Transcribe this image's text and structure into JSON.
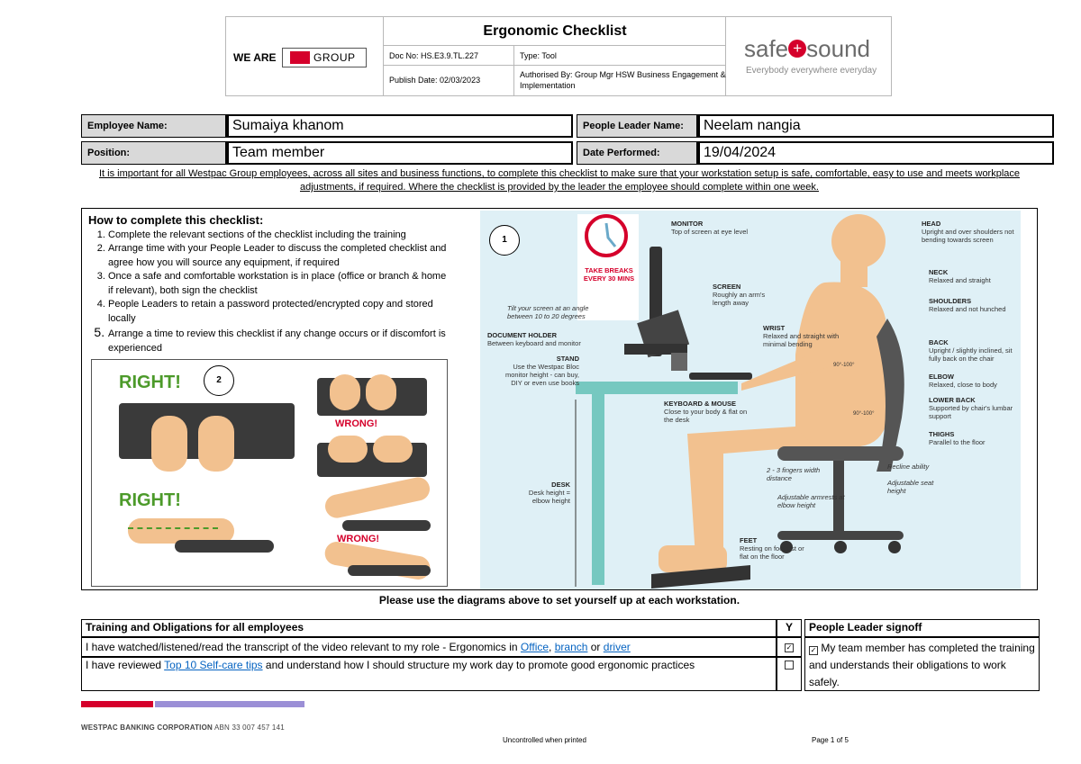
{
  "header": {
    "we_are": "WE ARE",
    "group_text": "GROUP",
    "title": "Ergonomic Checklist",
    "doc_no": "Doc No: HS.E3.9.TL.227",
    "type": "Type: Tool",
    "publish_date": "Publish Date: 02/03/2023",
    "authorised_by": "Authorised By: Group Mgr HSW Business Engagement & Implementation",
    "safe_sound_logo": "safe",
    "safe_sound_logo2": "sound",
    "safe_sound_tagline": "Everybody everywhere everyday"
  },
  "employee": {
    "name_label": "Employee Name:",
    "name_value": "Sumaiya khanom",
    "leader_label": "People Leader Name:",
    "leader_value": "Neelam nangia",
    "position_label": "Position:",
    "position_value": "Team member",
    "date_label": "Date Performed:",
    "date_value": "19/04/2024"
  },
  "intro_text": "It is important for all Westpac Group employees, across all sites and business functions, to complete this checklist to make sure that your workstation setup is safe, comfortable, easy to use and meets workplace adjustments, if required. Where the checklist is provided by the leader the employee should complete within one week.",
  "howto": {
    "title": "How to complete this checklist:",
    "steps": [
      "Complete the relevant sections of the checklist including the training",
      "Arrange time with your People Leader to discuss the completed checklist and agree how you will source any equipment, if required",
      "Once a safe and comfortable workstation is in place (office or branch & home if relevant), both sign the checklist",
      "People Leaders to retain a password protected/encrypted copy and stored locally",
      "Arrange a time to review this checklist if any change occurs or if discomfort is experienced"
    ]
  },
  "keyboard_panel": {
    "badge": "2",
    "right1": "RIGHT!",
    "right2": "RIGHT!",
    "wrong1": "WRONG!",
    "wrong2": "WRONG!"
  },
  "ergo": {
    "badge": "1",
    "take_breaks": "TAKE BREAKS",
    "every": "EVERY 30 MINS",
    "monitor_t": "MONITOR",
    "monitor_d": "Top of screen at eye level",
    "tilt": "Tilt your screen at an angle between 10 to 20 degrees",
    "screen_t": "SCREEN",
    "screen_d": "Roughly an arm's length away",
    "docholder_t": "DOCUMENT HOLDER",
    "docholder_d": "Between keyboard and monitor",
    "stand_t": "STAND",
    "stand_d": "Use the Westpac Bloc monitor height - can buy, DIY or even use books",
    "wrist_t": "WRIST",
    "wrist_d": "Relaxed and straight with minimal bending",
    "kbm_t": "KEYBOARD & MOUSE",
    "kbm_d": "Close to your body & flat on the desk",
    "desk_t": "DESK",
    "desk_d": "Desk height = elbow height",
    "fingers": "2 - 3 fingers width distance",
    "armrests": "Adjustable armrests at elbow height",
    "feet_t": "FEET",
    "feet_d": "Resting on footrest or flat on the floor",
    "head_t": "HEAD",
    "head_d": "Upright and over shoulders not bending towards screen",
    "neck_t": "NECK",
    "neck_d": "Relaxed and straight",
    "shoulders_t": "SHOULDERS",
    "shoulders_d": "Relaxed and not hunched",
    "back_t": "BACK",
    "back_d": "Upright / slightly inclined, sit fully back on the chair",
    "elbow_t": "ELBOW",
    "elbow_d": "Relaxed, close to body",
    "lowerback_t": "LOWER BACK",
    "lowerback_d": "Supported by chair's lumbar support",
    "thighs_t": "THIGHS",
    "thighs_d": "Parallel to the floor",
    "recline": "Recline ability",
    "seat": "Adjustable seat height",
    "angle1": "90°-100°",
    "angle2": "90°-100°"
  },
  "caption": "Please use the diagrams above to set yourself up at each workstation.",
  "training": {
    "header": "Training and Obligations for all employees",
    "y_header": "Y",
    "signoff_header": "People Leader signoff",
    "row1_prefix": "I have watched/listened/read the transcript of the video relevant to my role - Ergonomics in ",
    "row1_link1": "Office",
    "row1_sep1": ", ",
    "row1_link2": "branch",
    "row1_sep2": " or ",
    "row1_link3": "driver",
    "row2_prefix": "I have reviewed ",
    "row2_link": "Top 10 Self-care tips",
    "row2_suffix": " and understand how I should structure my work day to promote good ergonomic practices",
    "signoff_text": "My team member has completed the training and understands their obligations to work safely.",
    "check_mark": "✓"
  },
  "footer": {
    "company": "WESTPAC BANKING CORPORATION",
    "abn": " ABN 33 007 457 141",
    "uncontrolled": "Uncontrolled when printed",
    "page": "Page 1 of 5"
  },
  "colors": {
    "westpac_red": "#d5002b",
    "stripe_purple": "#9b8fd6",
    "link_blue": "#0563c1"
  }
}
